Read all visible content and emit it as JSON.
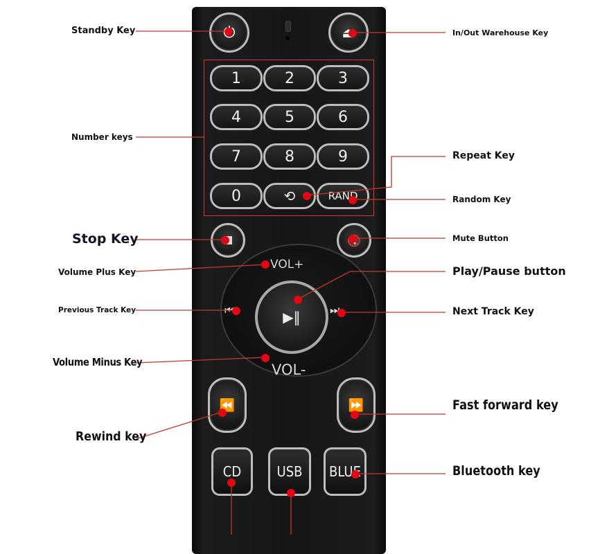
{
  "remote_buttons": {
    "num_1": "1",
    "num_2": "2",
    "num_3": "3",
    "num_4": "4",
    "num_5": "5",
    "num_6": "6",
    "num_7": "7",
    "num_8": "8",
    "num_9": "9",
    "num_0": "0",
    "rand": "RAND",
    "vol_plus": "VOL+",
    "vol_minus": "VOL-",
    "cd": "CD",
    "usb": "USB",
    "blue": "BLUE"
  },
  "labels": {
    "standby": "Standby Key",
    "inout": "In/Out Warehouse Key",
    "number": "Number keys",
    "repeat": "Repeat Key",
    "random": "Random Key",
    "stop": "Stop Key",
    "mute": "Mute Button",
    "vol_plus": "Volume Plus Key",
    "play_pause": "Play/Pause button",
    "prev": "Previous Track Key",
    "next": "Next Track Key",
    "vol_minus": "Volume Minus Key",
    "ff": "Fast forward key",
    "rewind": "Rewind key",
    "bluetooth": "Bluetooth key"
  },
  "colors": {
    "callout": "#e30613",
    "leader": "#c0392b"
  },
  "icons": [
    "power-icon",
    "eject-icon",
    "repeat-icon",
    "stop-icon",
    "mute-icon",
    "play-pause-icon",
    "previous-track-icon",
    "next-track-icon",
    "rewind-icon",
    "fast-forward-icon"
  ]
}
